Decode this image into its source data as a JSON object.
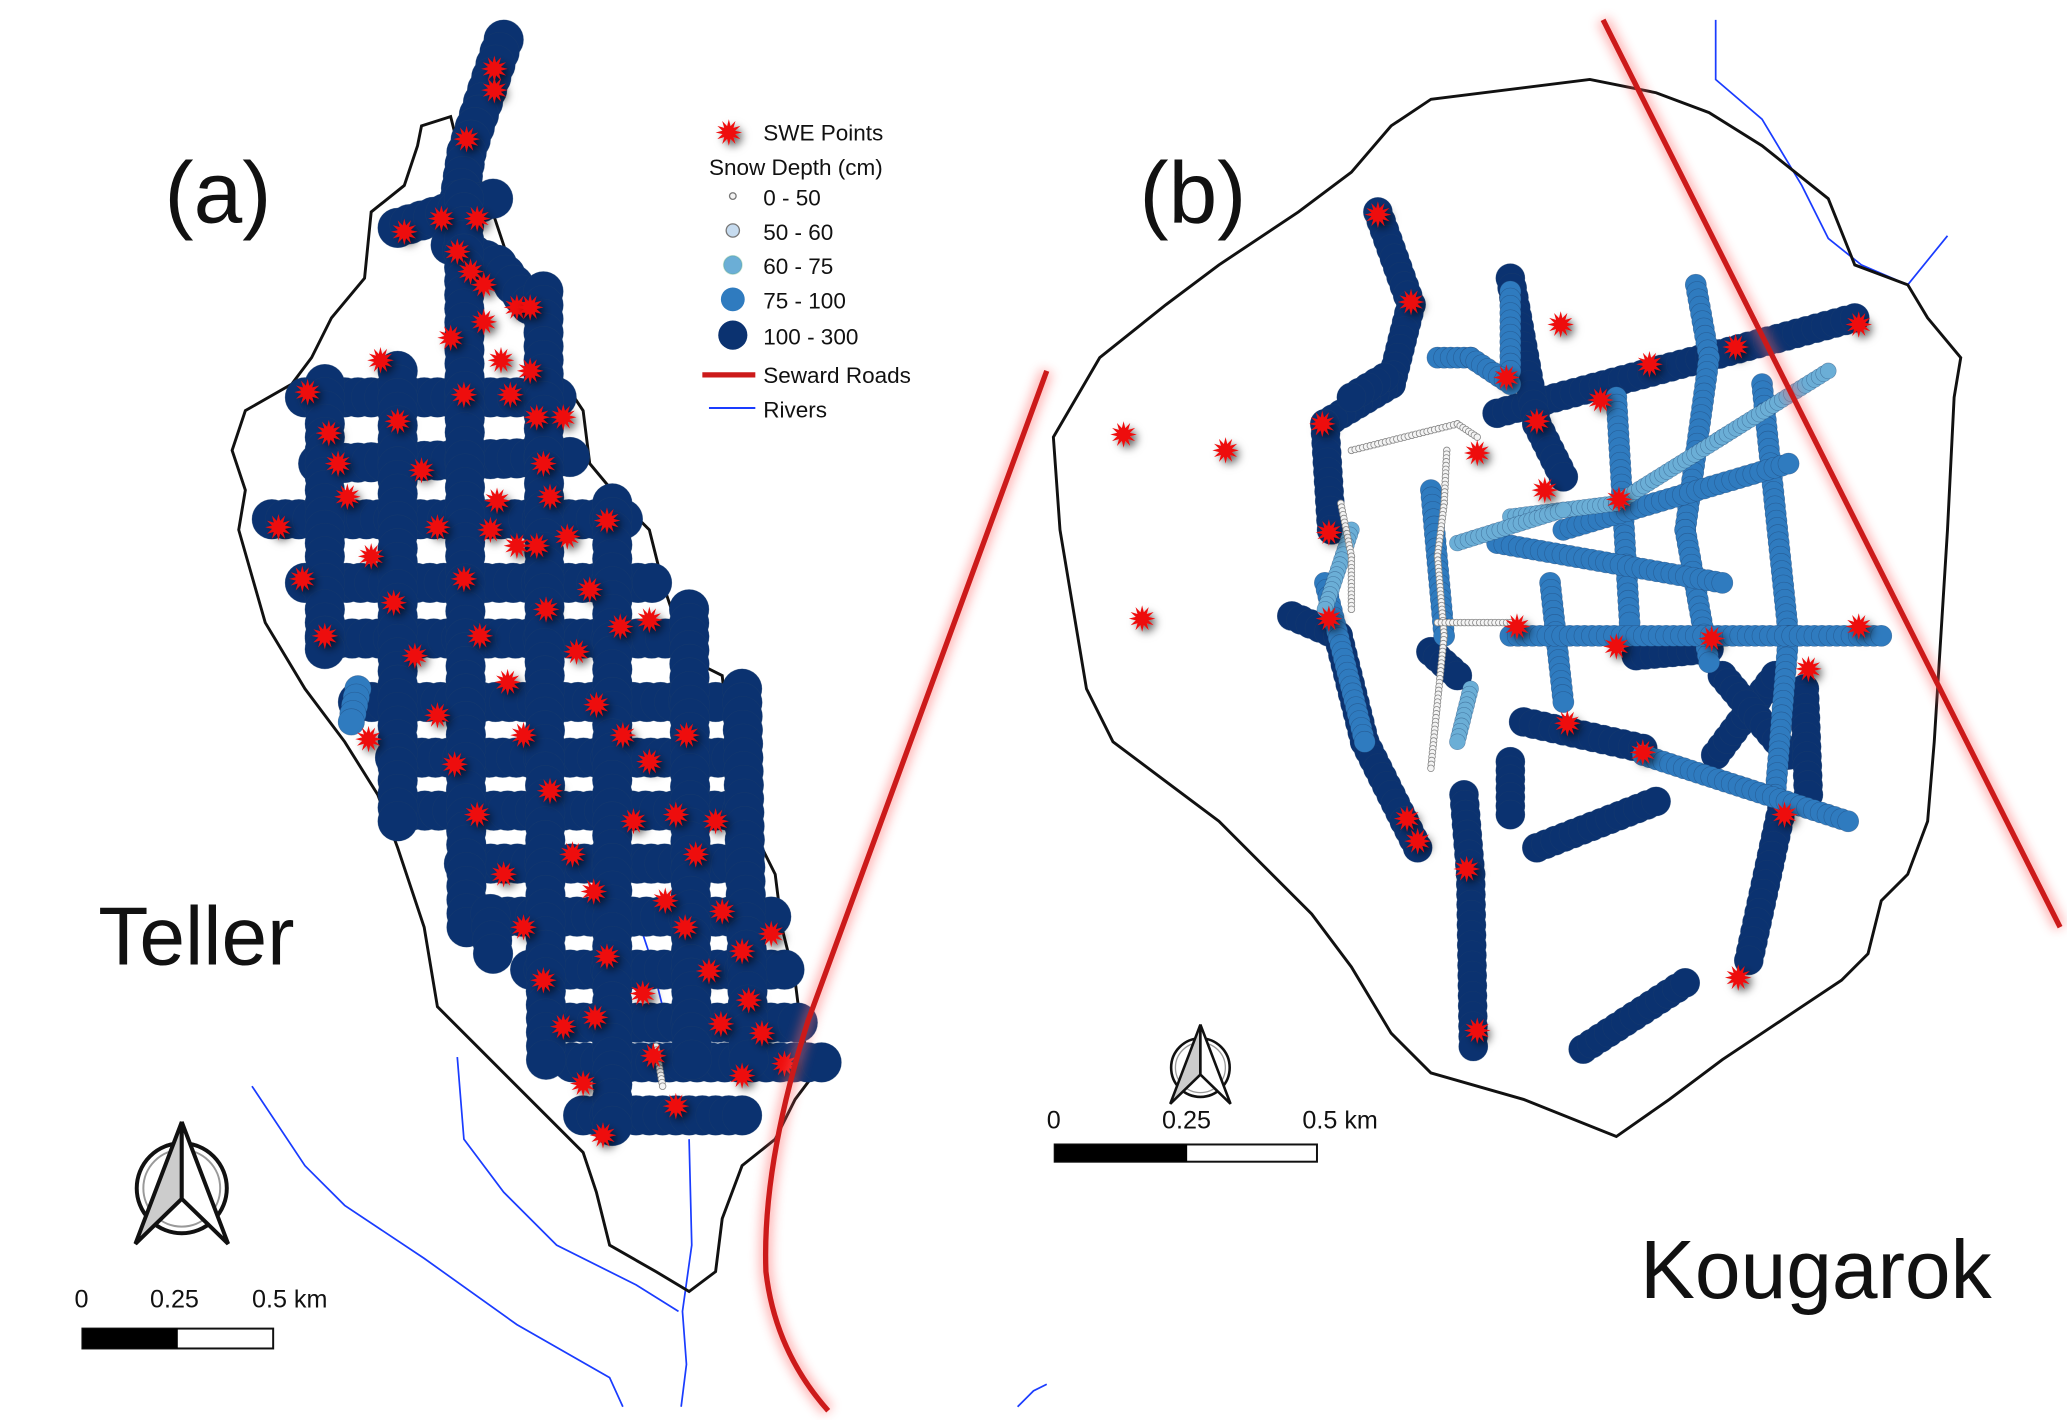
{
  "panels": {
    "a": {
      "label": "(a)",
      "site": "Teller",
      "scale": {
        "ticks": [
          "0",
          "0.25",
          "0.5 km"
        ]
      }
    },
    "b": {
      "label": "(b)",
      "site": "Kougarok",
      "scale": {
        "ticks": [
          "0",
          "0.25",
          "0.5 km"
        ]
      }
    }
  },
  "legend": {
    "swe_points": "SWE Points",
    "snow_depth_title": "Snow Depth (cm)",
    "classes": [
      {
        "label": "0 - 50",
        "color": "#f4f4f4"
      },
      {
        "label": "50 - 60",
        "color": "#c6dbef"
      },
      {
        "label": "60 - 75",
        "color": "#6baed6"
      },
      {
        "label": "75 - 100",
        "color": "#2f7bbf"
      },
      {
        "label": "100 - 300",
        "color": "#0b3270"
      }
    ],
    "roads": "Seward Roads",
    "rivers": "Rivers"
  },
  "colors": {
    "swe": "#ee1111",
    "road": "#cc1a1a",
    "river": "#1a3cff",
    "boundary": "#111111"
  }
}
